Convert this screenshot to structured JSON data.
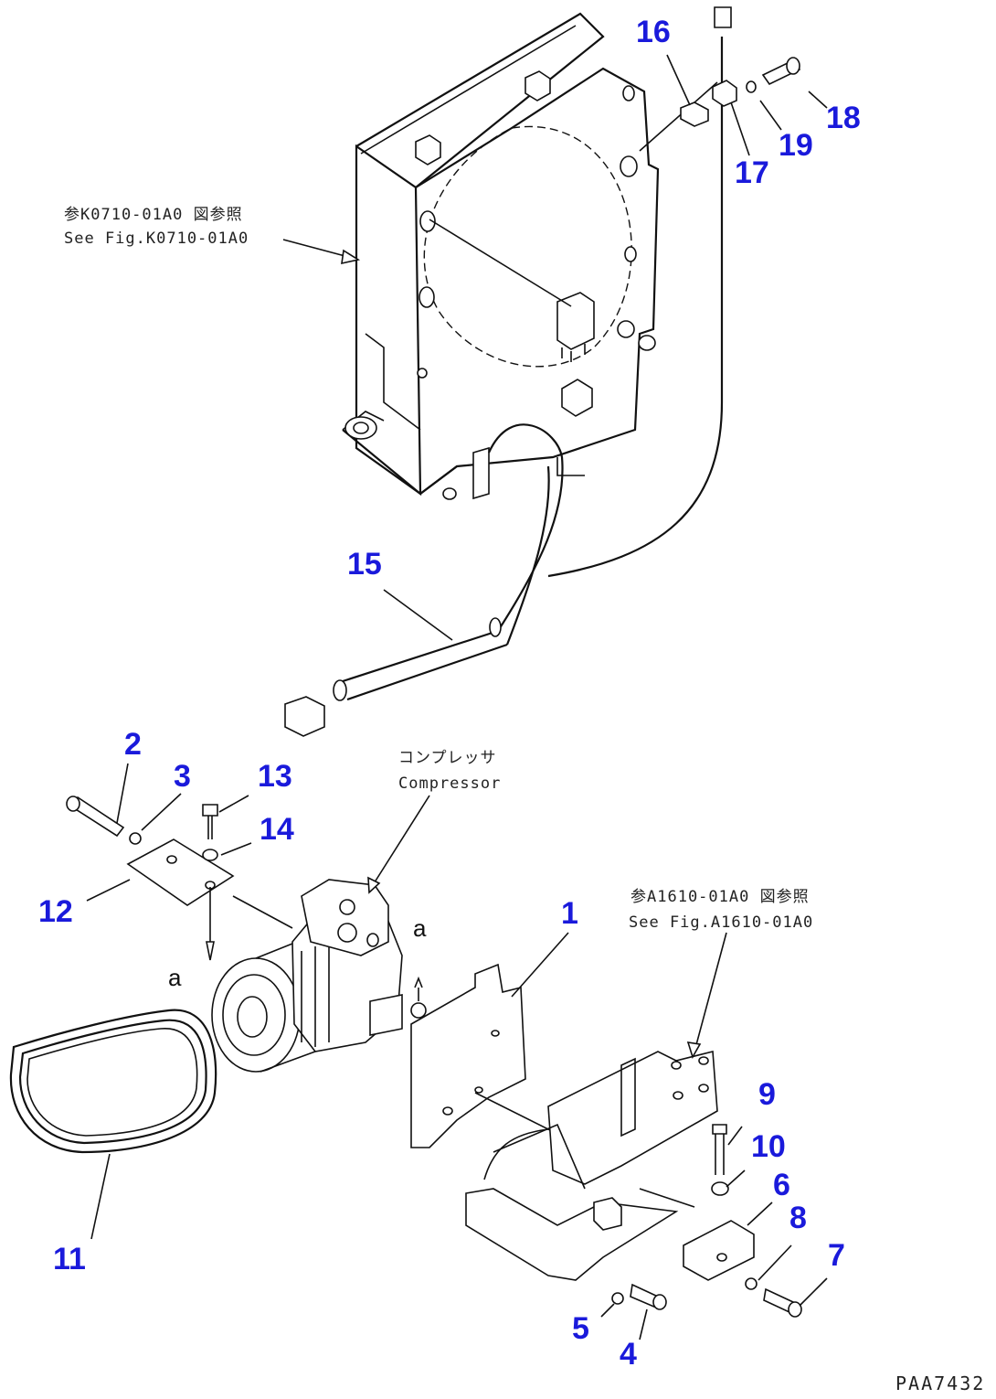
{
  "callouts": {
    "n1": "1",
    "n2": "2",
    "n3": "3",
    "n4": "4",
    "n5": "5",
    "n6": "6",
    "n7": "7",
    "n8": "8",
    "n9": "9",
    "n10": "10",
    "n11": "11",
    "n12": "12",
    "n13": "13",
    "n14": "14",
    "n15": "15",
    "n16": "16",
    "n17": "17",
    "n18": "18",
    "n19": "19"
  },
  "notes": {
    "radiator_ref_jp": "参K0710-01A0 図参照",
    "radiator_ref_en": "See Fig.K0710-01A0",
    "compressor_jp": "コンプレッサ",
    "compressor_en": "Compressor",
    "bracket_ref_jp": "参A1610-01A0 図参照",
    "bracket_ref_en": "See Fig.A1610-01A0"
  },
  "markers": {
    "a_left": "a",
    "a_right": "a"
  },
  "drawing_code": "PAA7432",
  "colors": {
    "callout": "#1a1adb",
    "line": "#111111",
    "background": "#ffffff"
  }
}
